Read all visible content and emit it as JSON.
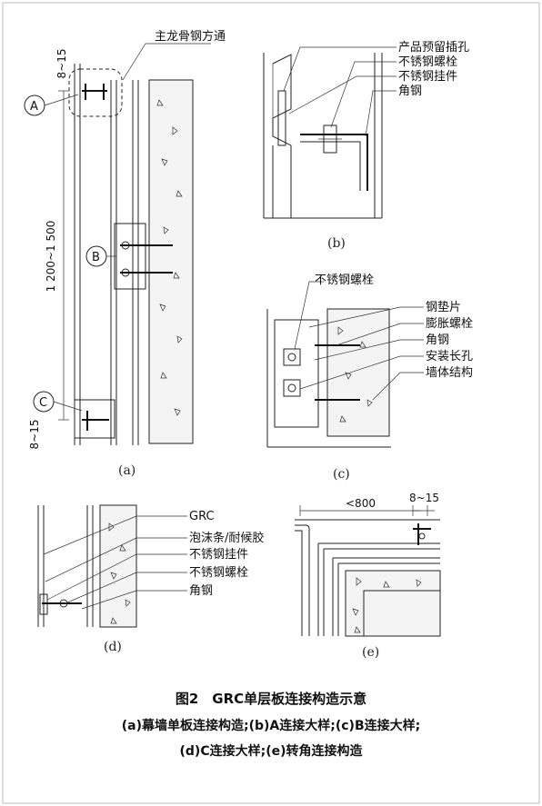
{
  "panel_a": {
    "label_main_keel": "主龙骨钢方通",
    "callout_a": "A",
    "callout_b": "B",
    "callout_c": "C",
    "dim_top": "8~15",
    "dim_span": "1 200~1 500",
    "dim_bottom": "8~15",
    "sublabel": "(a)"
  },
  "panel_b": {
    "labels": [
      "产品预留插孔",
      "不锈钢螺栓",
      "不锈钢挂件",
      "角钢"
    ],
    "sublabel": "(b)"
  },
  "panel_c": {
    "label_top": "不锈钢螺栓",
    "labels": [
      "钢垫片",
      "膨胀螺栓",
      "角钢",
      "安装长孔",
      "墙体结构"
    ],
    "sublabel": "(c)"
  },
  "panel_d": {
    "labels": [
      "GRC",
      "泡沫条/耐候胶",
      "不锈钢挂件",
      "不锈钢螺栓",
      "角钢"
    ],
    "sublabel": "(d)"
  },
  "panel_e": {
    "dim_width": "<800",
    "dim_gap": "8~15",
    "sublabel": "(e)"
  },
  "caption": {
    "title": "图2　GRC单层板连接构造示意",
    "line1": "(a)幕墙单板连接构造;(b)A连接大样;(c)B连接大样;",
    "line2": "(d)C连接大样;(e)转角连接构造"
  }
}
